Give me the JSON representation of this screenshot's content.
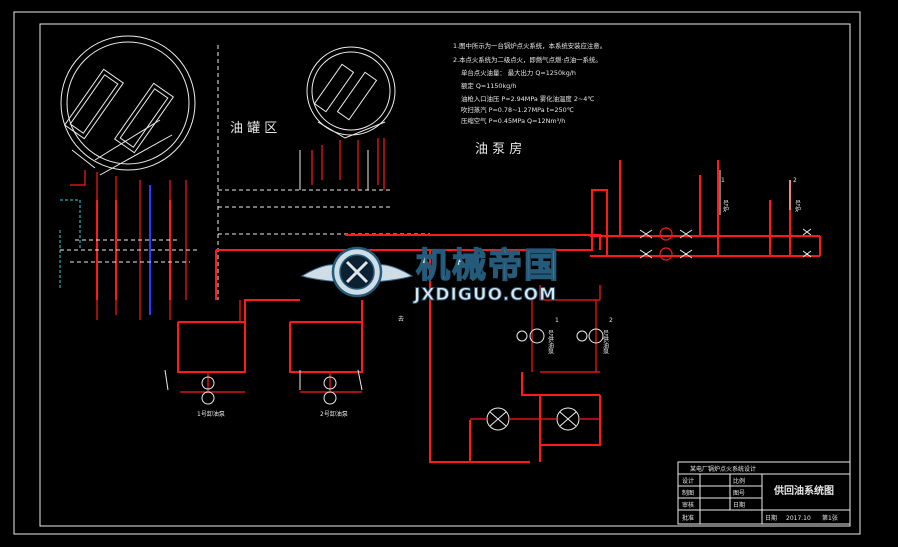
{
  "labels": {
    "tank_area": "油 罐 区",
    "pump_room": "油 泵 房",
    "furnace_1_num": "1",
    "furnace_1_name": "号炉",
    "furnace_2_num": "2",
    "furnace_2_name": "号炉",
    "supply_pump_1_num": "1",
    "supply_pump_1_name": "号供油泵",
    "supply_pump_2_num": "2",
    "supply_pump_2_name": "号供油泵",
    "unload_pump_1": "1号卸油泵",
    "unload_pump_2": "2号卸油泵",
    "branch_arrow": "去"
  },
  "notes": [
    "1.图中所示为一台锅炉点火系统，本系统安装应注意。",
    "2.本点火系统为二级点火，即燃气点燃·点油一系统。",
    "单台点火油量：    最大出力     Q=1250kg/h",
    "                             额定     Q=1150kg/h",
    "油枪入口油压  P=2.94MPa    雾化油温度  2~4℃",
    "吹扫蒸汽     P=0.78~1.27MPa   t=250℃",
    "压缩空气     P=0.45MPa   Q=12Nm³/h"
  ],
  "title_block": {
    "school": "某电厂锅炉点火系统设计",
    "drawing_title": "供回油系统图",
    "rows": [
      [
        "设计",
        "",
        "比例",
        ""
      ],
      [
        "制图",
        "",
        "图号",
        ""
      ],
      [
        "审核",
        "",
        "日期",
        ""
      ],
      [
        "批准",
        "",
        "",
        ""
      ]
    ],
    "footer_left": "日期",
    "footer_mid": "2017.10",
    "footer_right": "第1张"
  },
  "watermark": {
    "cn": "机械帝国",
    "en": "JXDIGUO.COM"
  },
  "colors": {
    "background": "#000000",
    "frame": "#ececec",
    "oil_supply": "#ff1a1a",
    "oil_return": "#2a3cff",
    "steam": "#33cfe0"
  }
}
